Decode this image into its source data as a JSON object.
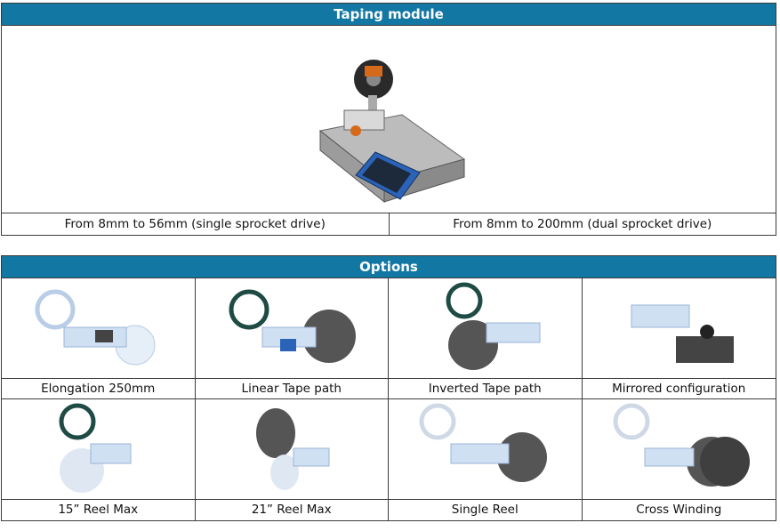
{
  "taping_module": {
    "title": "Taping module",
    "captions": [
      "From 8mm to 56mm (single sprocket drive)",
      "From 8mm to 200mm (dual sprocket drive)"
    ]
  },
  "options": {
    "title": "Options",
    "items": [
      {
        "label": "Elongation 250mm"
      },
      {
        "label": "Linear Tape path"
      },
      {
        "label": "Inverted Tape path"
      },
      {
        "label": "Mirrored configuration"
      },
      {
        "label": "15” Reel Max"
      },
      {
        "label": "21” Reel Max"
      },
      {
        "label": "Single Reel"
      },
      {
        "label": "Cross Winding"
      }
    ]
  }
}
